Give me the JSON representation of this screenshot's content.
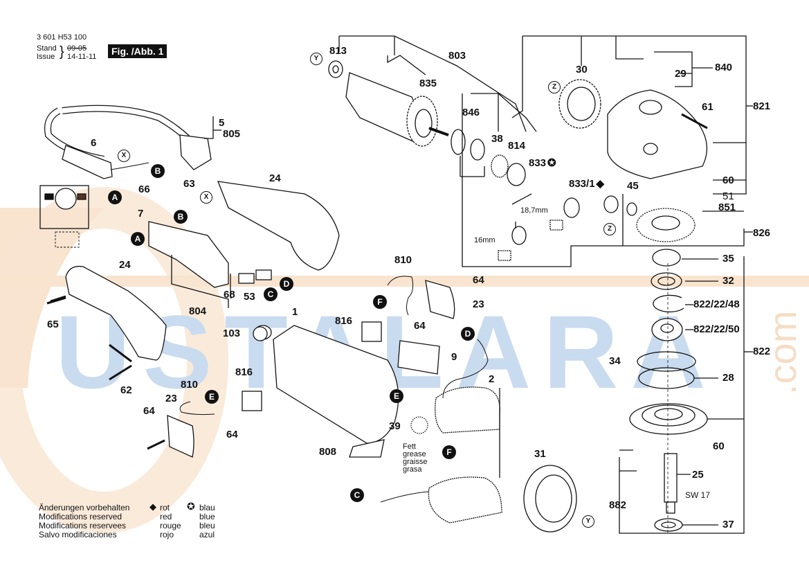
{
  "header": {
    "doc_number": "3 601 H53 100",
    "stand_label": "Stand",
    "issue_label": "Issue",
    "old_date": "09-05",
    "date": "14-11-11",
    "figure_label": "Fig. /Abb. 1"
  },
  "parts": {
    "p813": "813",
    "p803": "803",
    "p835": "835",
    "p846": "846",
    "p38": "38",
    "p814": "814",
    "p833": "833",
    "p8331": "833/1",
    "p30": "30",
    "p840": "840",
    "p29": "29",
    "p821": "821",
    "p61": "61",
    "p60a": "60",
    "p51": "51",
    "p851": "851",
    "p45": "45",
    "p826": "826",
    "p35": "35",
    "p32": "32",
    "p822_48": "822/22/48",
    "p822_50": "822/22/50",
    "p822": "822",
    "p34": "34",
    "p28": "28",
    "p60b": "60",
    "p25": "25",
    "p882": "882",
    "p37": "37",
    "p5": "5",
    "p805": "805",
    "p6": "6",
    "p66": "66",
    "p63": "63",
    "p7": "7",
    "p24a": "24",
    "p24b": "24",
    "p65": "65",
    "p804": "804",
    "p68": "68",
    "p53": "53",
    "p62": "62",
    "p103": "103",
    "p1": "1",
    "p810a": "810",
    "p64a": "64",
    "p23a": "23",
    "p816a": "816",
    "p64b": "64",
    "p9": "9",
    "p2": "2",
    "p816b": "816",
    "p810b": "810",
    "p23b": "23",
    "p64c": "64",
    "p64d": "64",
    "p808": "808",
    "p39": "39",
    "p31": "31"
  },
  "annotations": {
    "dim_18_7": "18,7mm",
    "dim_16": "16mm",
    "sw17": "SW 17",
    "grease": [
      "Fett",
      "grease",
      "graisse",
      "grasa"
    ]
  },
  "connectors": {
    "A": "A",
    "B": "B",
    "C": "C",
    "D": "D",
    "E": "E",
    "F": "F"
  },
  "refs": {
    "X": "X",
    "Y": "Y",
    "Z": "Z"
  },
  "footer": {
    "notice": [
      "Änderungen vorbehalten",
      "Modifications reserved",
      "Modifications reservees",
      "Salvo modificaciones"
    ],
    "red_symbol": "◆",
    "red": [
      "rot",
      "red",
      "rouge",
      "rojo"
    ],
    "blue_symbol": "✪",
    "blue": [
      "blau",
      "blue",
      "bleu",
      "azul"
    ]
  },
  "watermark": {
    "text": "USTALARA",
    "suffix": ".com",
    "color_blue": "#a9c8e6",
    "color_orange": "#f3d3b3"
  }
}
